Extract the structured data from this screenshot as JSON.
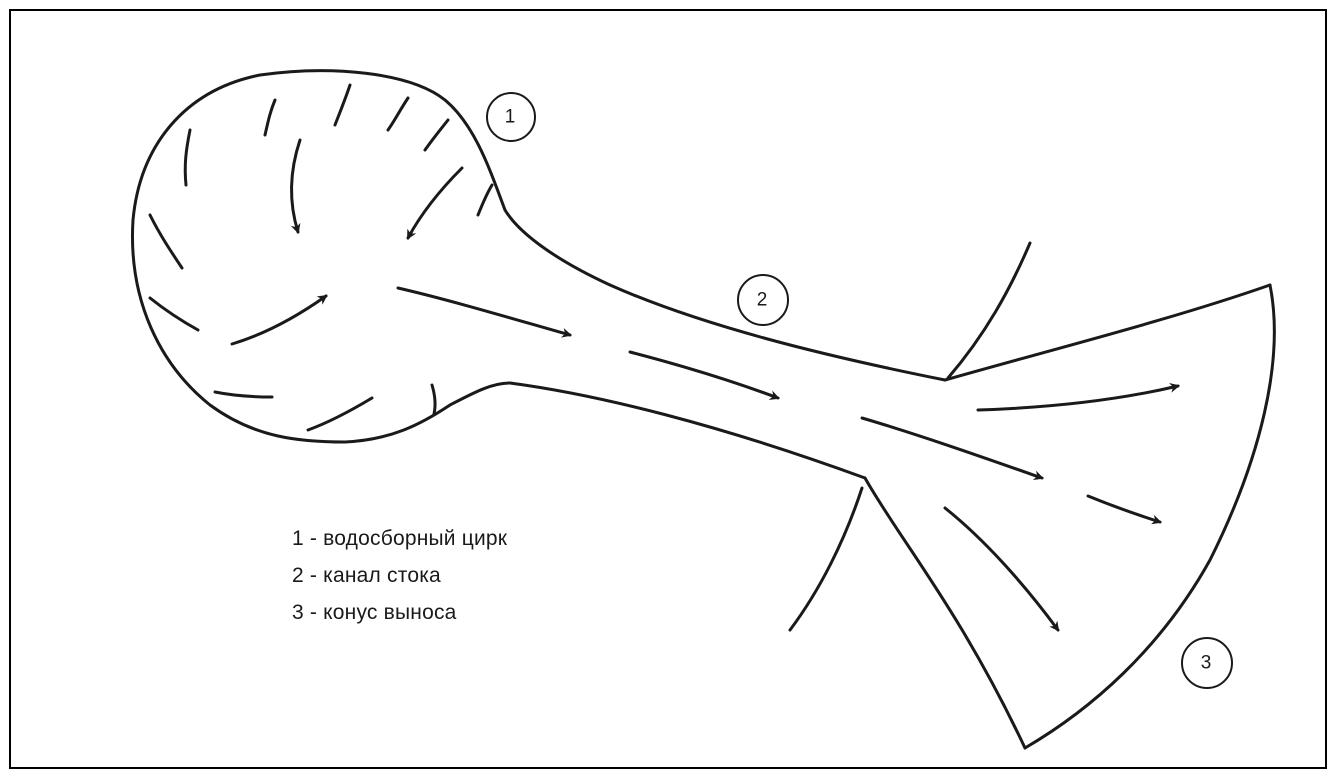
{
  "diagram": {
    "zone_markers": [
      {
        "id": "1",
        "label": "1"
      },
      {
        "id": "2",
        "label": "2"
      },
      {
        "id": "3",
        "label": "3"
      }
    ],
    "legend": [
      {
        "text": "1 - водосборный цирк"
      },
      {
        "text": "2 - канал стока"
      },
      {
        "text": "3 - конус выноса"
      }
    ]
  },
  "colors": {
    "ink": "#1a1a1a",
    "background": "#ffffff",
    "frame": "#000000"
  }
}
